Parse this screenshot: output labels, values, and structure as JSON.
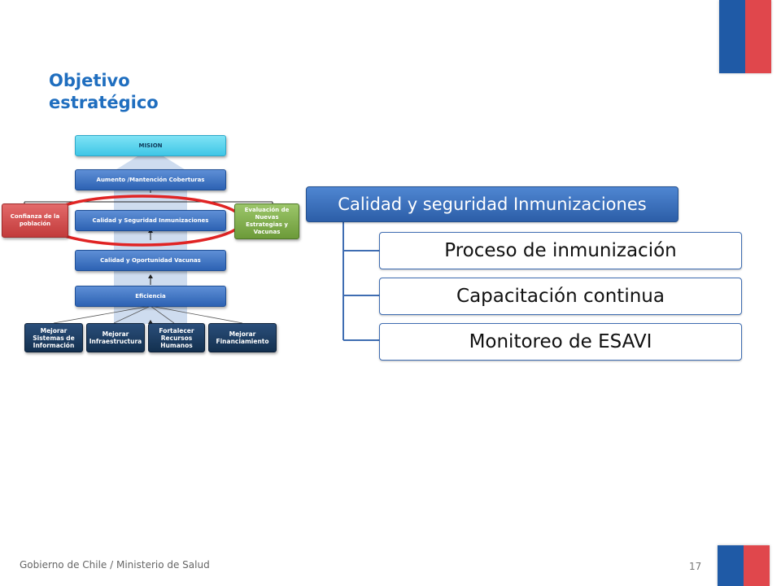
{
  "title": "Objetivo estratégico",
  "pyramid": {
    "mision": "MISION",
    "cobertura": "Aumento /Mantención Coberturas",
    "calidad_seguridad": "Calidad y Seguridad Inmunizaciones",
    "oportunidad": "Calidad y Oportunidad  Vacunas",
    "eficiencia": "Eficiencia",
    "confianza": "Confianza de la población",
    "evaluacion": "Evaluación de Nuevas Estrategias y Vacunas",
    "bases": [
      "Mejorar Sistemas de Información",
      "Mejorar Infraestructura",
      "Fortalecer Recursos Humanos",
      "Mejorar Financiamiento"
    ]
  },
  "hierarchy": {
    "main": "Calidad y seguridad Inmunizaciones",
    "children": [
      "Proceso de inmunización",
      "Capacitación continua",
      "Monitoreo de ESAVI"
    ]
  },
  "footer": {
    "organization": "Gobierno de Chile / Ministerio de Salud",
    "page_number": "17"
  },
  "colors": {
    "flag_blue": "#1f5aa6",
    "flag_red": "#e0474c",
    "title_blue": "#1f6ebf",
    "highlight_red": "#e02424"
  }
}
